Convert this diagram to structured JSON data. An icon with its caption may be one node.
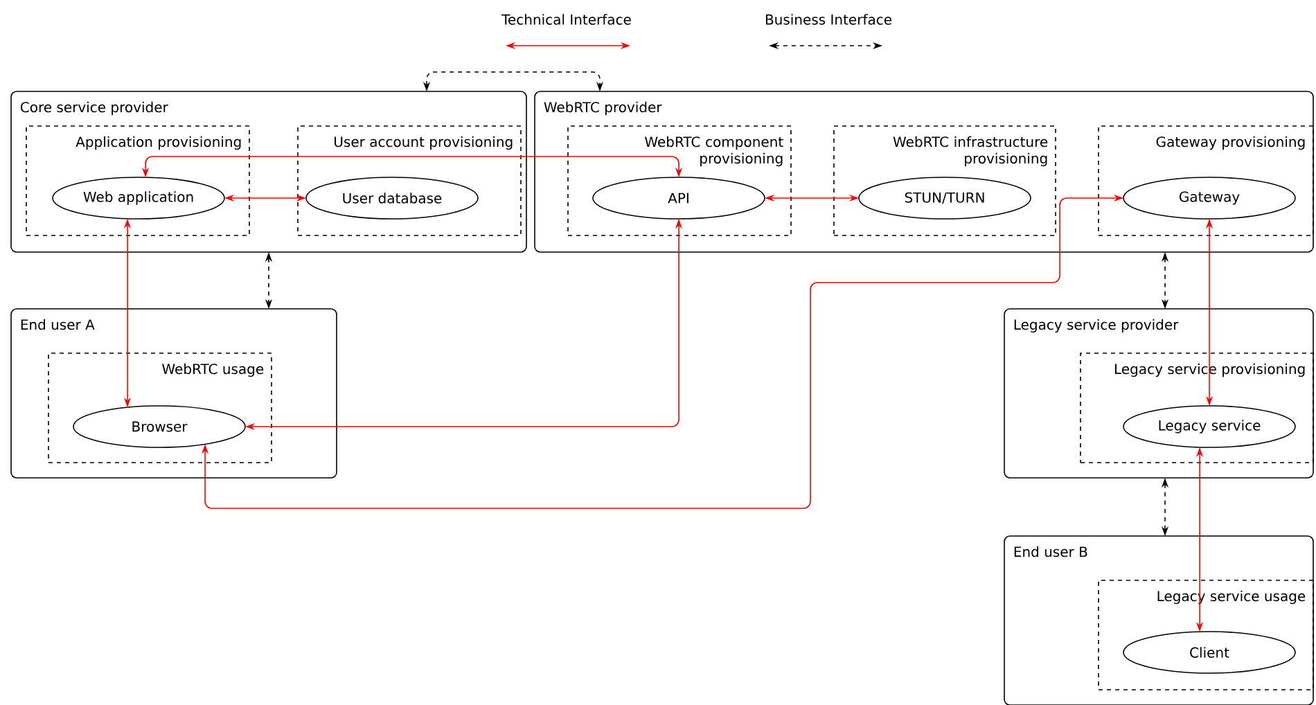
{
  "diagram": {
    "nodes": [
      {
        "text": [
          "Core service provider"
        ]
      },
      {
        "text": [
          "Application provisioning"
        ],
        "in": 0
      },
      {
        "text": [
          "Web application"
        ],
        "in": 1
      },
      {
        "text": [
          "User account provisioning"
        ],
        "in": 0
      },
      {
        "text": [
          "User database"
        ],
        "in": 3
      },
      {
        "text": [
          "WebRTC provider"
        ]
      },
      {
        "text": [
          "WebRTC component provisioning"
        ],
        "in": 5
      },
      {
        "text": [
          "API"
        ],
        "in": 6
      },
      {
        "text": [
          "WebRTC infrastructure provisioning"
        ],
        "in": 5
      },
      {
        "text": [
          "STUN/TURN"
        ],
        "in": 8
      },
      {
        "text": [
          "Gateway provisioning"
        ],
        "in": 5
      },
      {
        "text": [
          "Gateway"
        ],
        "in": 10
      },
      {
        "text": [
          "End user A"
        ]
      },
      {
        "text": [
          "WebRTC usage"
        ],
        "in": 12
      },
      {
        "text": [
          "Browser"
        ],
        "in": 13
      },
      {
        "text": [
          "Legacy service provider"
        ]
      },
      {
        "text": [
          "Legacy service provisioning"
        ],
        "in": 15
      },
      {
        "text": [
          "Legacy service"
        ],
        "in": 16
      },
      {
        "text": [
          "End user B"
        ]
      },
      {
        "text": [
          "Legacy service usage"
        ],
        "in": 18
      },
      {
        "text": [
          "Client"
        ],
        "in": 19
      }
    ],
    "edges": [
      {
        "from": 0,
        "to": 5,
        "arrow": "both",
        "style": "dashed",
        "color": "#000000"
      },
      {
        "from": 0,
        "to": 12,
        "arrow": "both",
        "style": "dashed",
        "color": "#000000"
      },
      {
        "from": 5,
        "to": 15,
        "arrow": "both",
        "style": "dashed",
        "color": "#000000"
      },
      {
        "from": 15,
        "to": 18,
        "arrow": "both",
        "style": "dashed",
        "color": "#000000"
      },
      {
        "from": 2,
        "to": 4,
        "arrow": "both"
      },
      {
        "from": 7,
        "to": 9,
        "arrow": "both"
      },
      {
        "from": 2,
        "to": 7,
        "arrow": "both"
      },
      {
        "from": 2,
        "to": 14,
        "arrow": "both"
      },
      {
        "from": 7,
        "to": 14,
        "arrow": "both"
      },
      {
        "from": 14,
        "to": 11,
        "arrow": "both"
      },
      {
        "from": 11,
        "to": 17,
        "arrow": "both"
      },
      {
        "from": 17,
        "to": 20,
        "arrow": "both"
      }
    ],
    "legend": [
      {
        "text": "Technical Interface"
      },
      {
        "text": "Business Interface"
      }
    ]
  }
}
